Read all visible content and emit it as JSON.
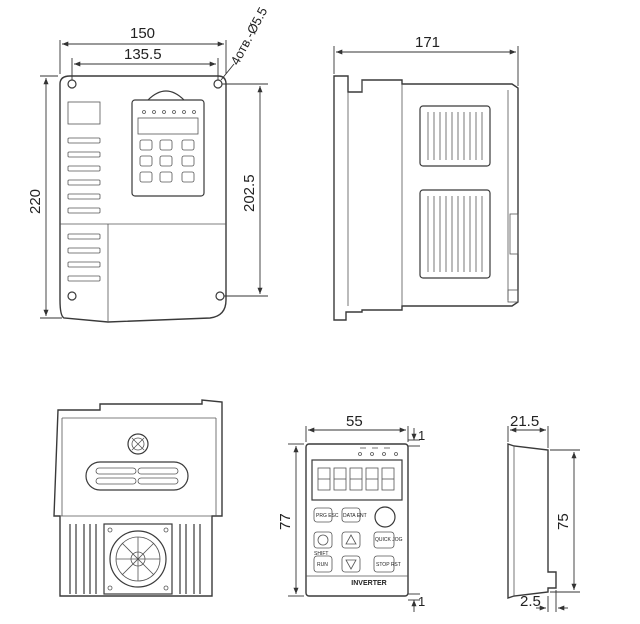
{
  "front_view": {
    "overall_width": "150",
    "hole_spacing_width": "135.5",
    "hole_note": "4отв.-Ø5.5",
    "overall_height": "220",
    "hole_spacing_height": "202.5"
  },
  "side_view": {
    "depth": "171"
  },
  "bottom_view": {},
  "keypad_front": {
    "width": "55",
    "height": "77",
    "top_offset": "1",
    "bottom_offset": "1",
    "brand_label": "INVERTER",
    "keys": {
      "prg": "PRG ESC",
      "data": "DATA ENT",
      "run": "RUN",
      "stop": "STOP RST",
      "shift": "SHIFT",
      "quick": "QUICK JOG"
    }
  },
  "keypad_side": {
    "depth": "21.5",
    "height": "75",
    "lip": "2.5"
  },
  "colors": {
    "line": "#3a3a3a",
    "background": "#ffffff"
  }
}
